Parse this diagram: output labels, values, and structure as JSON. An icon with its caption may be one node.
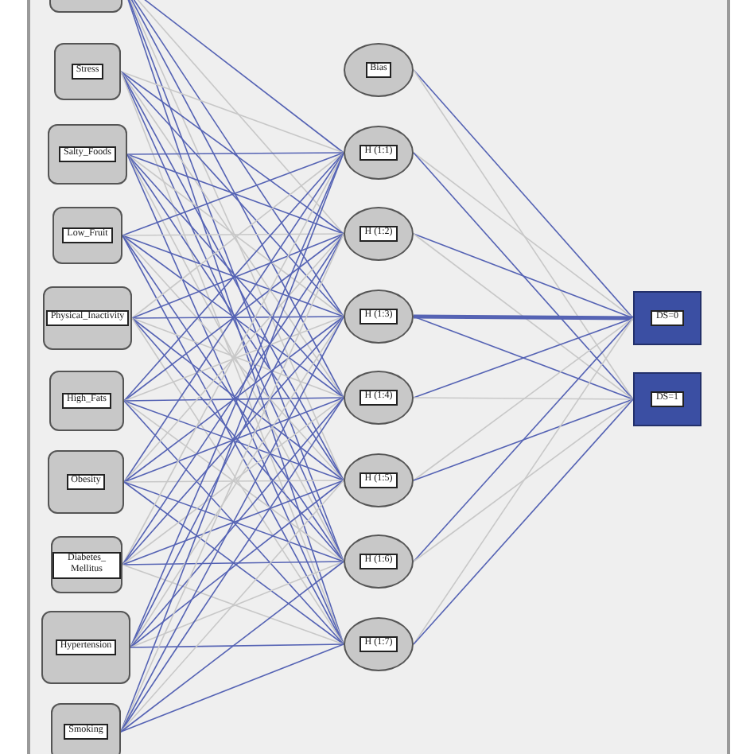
{
  "diagram": {
    "nodes": [
      {
        "text": [],
        "shape": "box"
      },
      {
        "text": [
          "Stress"
        ]
      },
      {
        "text": [
          "Salty_Foods"
        ]
      },
      {
        "text": [
          "Low_Fruit"
        ]
      },
      {
        "text": [
          "Physical_Inactivity"
        ]
      },
      {
        "text": [
          "High_Fats"
        ]
      },
      {
        "text": [
          "Obesity"
        ]
      },
      {
        "text": [
          "Diabetes_ Mellitus"
        ]
      },
      {
        "text": [
          "Hypertension"
        ]
      },
      {
        "text": [
          "Smoking"
        ]
      },
      {
        "text": [
          "Bias"
        ]
      },
      {
        "text": [
          "H (1:1)"
        ]
      },
      {
        "text": [
          "H (1:2)"
        ]
      },
      {
        "text": [
          "H (1:3)"
        ]
      },
      {
        "text": [
          "H (1:4)"
        ]
      },
      {
        "text": [
          "H (1:5)"
        ]
      },
      {
        "text": [
          "H (1:6)"
        ]
      },
      {
        "text": [
          "H (1:7)"
        ]
      },
      {
        "text": [
          "DS=0"
        ]
      },
      {
        "text": [
          "DS=1"
        ]
      }
    ],
    "edges": [
      {
        "from": 0,
        "to": 11,
        "arrow": "none"
      },
      {
        "from": 0,
        "to": 12,
        "arrow": "none",
        "color": "#c8c8c8"
      },
      {
        "from": 0,
        "to": 13,
        "arrow": "none"
      },
      {
        "from": 0,
        "to": 14,
        "arrow": "none"
      },
      {
        "from": 0,
        "to": 15,
        "arrow": "none",
        "color": "#c8c8c8"
      },
      {
        "from": 0,
        "to": 16,
        "arrow": "none"
      },
      {
        "from": 0,
        "to": 17,
        "arrow": "none"
      },
      {
        "from": 1,
        "to": 11,
        "arrow": "none",
        "color": "#c8c8c8"
      },
      {
        "from": 1,
        "to": 12,
        "arrow": "none"
      },
      {
        "from": 1,
        "to": 13,
        "arrow": "none"
      },
      {
        "from": 1,
        "to": 14,
        "arrow": "none",
        "color": "#c8c8c8"
      },
      {
        "from": 1,
        "to": 15,
        "arrow": "none"
      },
      {
        "from": 1,
        "to": 16,
        "arrow": "none"
      },
      {
        "from": 1,
        "to": 17,
        "arrow": "none",
        "color": "#c8c8c8"
      },
      {
        "from": 2,
        "to": 11,
        "arrow": "none"
      },
      {
        "from": 2,
        "to": 12,
        "arrow": "none"
      },
      {
        "from": 2,
        "to": 13,
        "arrow": "none",
        "color": "#c8c8c8"
      },
      {
        "from": 2,
        "to": 14,
        "arrow": "none"
      },
      {
        "from": 2,
        "to": 15,
        "arrow": "none"
      },
      {
        "from": 2,
        "to": 16,
        "arrow": "none",
        "color": "#c8c8c8"
      },
      {
        "from": 2,
        "to": 17,
        "arrow": "none"
      },
      {
        "from": 3,
        "to": 11,
        "arrow": "none"
      },
      {
        "from": 3,
        "to": 12,
        "arrow": "none",
        "color": "#c8c8c8"
      },
      {
        "from": 3,
        "to": 13,
        "arrow": "none"
      },
      {
        "from": 3,
        "to": 14,
        "arrow": "none"
      },
      {
        "from": 3,
        "to": 15,
        "arrow": "none",
        "color": "#c8c8c8"
      },
      {
        "from": 3,
        "to": 16,
        "arrow": "none"
      },
      {
        "from": 3,
        "to": 17,
        "arrow": "none"
      },
      {
        "from": 4,
        "to": 11,
        "arrow": "none",
        "color": "#c8c8c8"
      },
      {
        "from": 4,
        "to": 12,
        "arrow": "none"
      },
      {
        "from": 4,
        "to": 13,
        "arrow": "none"
      },
      {
        "from": 4,
        "to": 14,
        "arrow": "none",
        "color": "#c8c8c8"
      },
      {
        "from": 4,
        "to": 15,
        "arrow": "none"
      },
      {
        "from": 4,
        "to": 16,
        "arrow": "none"
      },
      {
        "from": 4,
        "to": 17,
        "arrow": "none",
        "color": "#c8c8c8"
      },
      {
        "from": 5,
        "to": 11,
        "arrow": "none"
      },
      {
        "from": 5,
        "to": 12,
        "arrow": "none"
      },
      {
        "from": 5,
        "to": 13,
        "arrow": "none",
        "color": "#c8c8c8"
      },
      {
        "from": 5,
        "to": 14,
        "arrow": "none"
      },
      {
        "from": 5,
        "to": 15,
        "arrow": "none"
      },
      {
        "from": 5,
        "to": 16,
        "arrow": "none",
        "color": "#c8c8c8"
      },
      {
        "from": 5,
        "to": 17,
        "arrow": "none"
      },
      {
        "from": 6,
        "to": 11,
        "arrow": "none"
      },
      {
        "from": 6,
        "to": 12,
        "arrow": "none",
        "color": "#c8c8c8"
      },
      {
        "from": 6,
        "to": 13,
        "arrow": "none"
      },
      {
        "from": 6,
        "to": 14,
        "arrow": "none"
      },
      {
        "from": 6,
        "to": 15,
        "arrow": "none",
        "color": "#c8c8c8"
      },
      {
        "from": 6,
        "to": 16,
        "arrow": "none"
      },
      {
        "from": 6,
        "to": 17,
        "arrow": "none"
      },
      {
        "from": 7,
        "to": 11,
        "arrow": "none",
        "color": "#c8c8c8"
      },
      {
        "from": 7,
        "to": 12,
        "arrow": "none"
      },
      {
        "from": 7,
        "to": 13,
        "arrow": "none"
      },
      {
        "from": 7,
        "to": 14,
        "arrow": "none",
        "color": "#c8c8c8"
      },
      {
        "from": 7,
        "to": 15,
        "arrow": "none"
      },
      {
        "from": 7,
        "to": 16,
        "arrow": "none"
      },
      {
        "from": 7,
        "to": 17,
        "arrow": "none",
        "color": "#c8c8c8"
      },
      {
        "from": 8,
        "to": 11,
        "arrow": "none"
      },
      {
        "from": 8,
        "to": 12,
        "arrow": "none"
      },
      {
        "from": 8,
        "to": 13,
        "arrow": "none",
        "color": "#c8c8c8"
      },
      {
        "from": 8,
        "to": 14,
        "arrow": "none"
      },
      {
        "from": 8,
        "to": 15,
        "arrow": "none"
      },
      {
        "from": 8,
        "to": 16,
        "arrow": "none",
        "color": "#c8c8c8"
      },
      {
        "from": 8,
        "to": 17,
        "arrow": "none"
      },
      {
        "from": 9,
        "to": 11,
        "arrow": "none"
      },
      {
        "from": 9,
        "to": 12,
        "arrow": "none",
        "color": "#c8c8c8"
      },
      {
        "from": 9,
        "to": 13,
        "arrow": "none"
      },
      {
        "from": 9,
        "to": 14,
        "arrow": "none"
      },
      {
        "from": 9,
        "to": 15,
        "arrow": "none",
        "color": "#c8c8c8"
      },
      {
        "from": 9,
        "to": 16,
        "arrow": "none"
      },
      {
        "from": 9,
        "to": 17,
        "arrow": "none"
      },
      {
        "from": 10,
        "to": 18,
        "arrow": "none"
      },
      {
        "from": 10,
        "to": 19,
        "arrow": "none",
        "color": "#c8c8c8"
      },
      {
        "from": 11,
        "to": 18,
        "arrow": "none",
        "color": "#c8c8c8"
      },
      {
        "from": 11,
        "to": 19,
        "arrow": "none"
      },
      {
        "from": 12,
        "to": 18,
        "arrow": "none"
      },
      {
        "from": 12,
        "to": 19,
        "arrow": "none",
        "color": "#c8c8c8"
      },
      {
        "from": 13,
        "to": 18,
        "arrow": "none",
        "style": "thick"
      },
      {
        "from": 13,
        "to": 19,
        "arrow": "none"
      },
      {
        "from": 14,
        "to": 18,
        "arrow": "none"
      },
      {
        "from": 14,
        "to": 19,
        "arrow": "none",
        "color": "#c8c8c8"
      },
      {
        "from": 15,
        "to": 18,
        "arrow": "none",
        "color": "#c8c8c8"
      },
      {
        "from": 15,
        "to": 19,
        "arrow": "none"
      },
      {
        "from": 16,
        "to": 18,
        "arrow": "none"
      },
      {
        "from": 16,
        "to": 19,
        "arrow": "none",
        "color": "#c8c8c8"
      },
      {
        "from": 17,
        "to": 18,
        "arrow": "none",
        "color": "#c8c8c8"
      },
      {
        "from": 17,
        "to": 19,
        "arrow": "none"
      }
    ]
  }
}
